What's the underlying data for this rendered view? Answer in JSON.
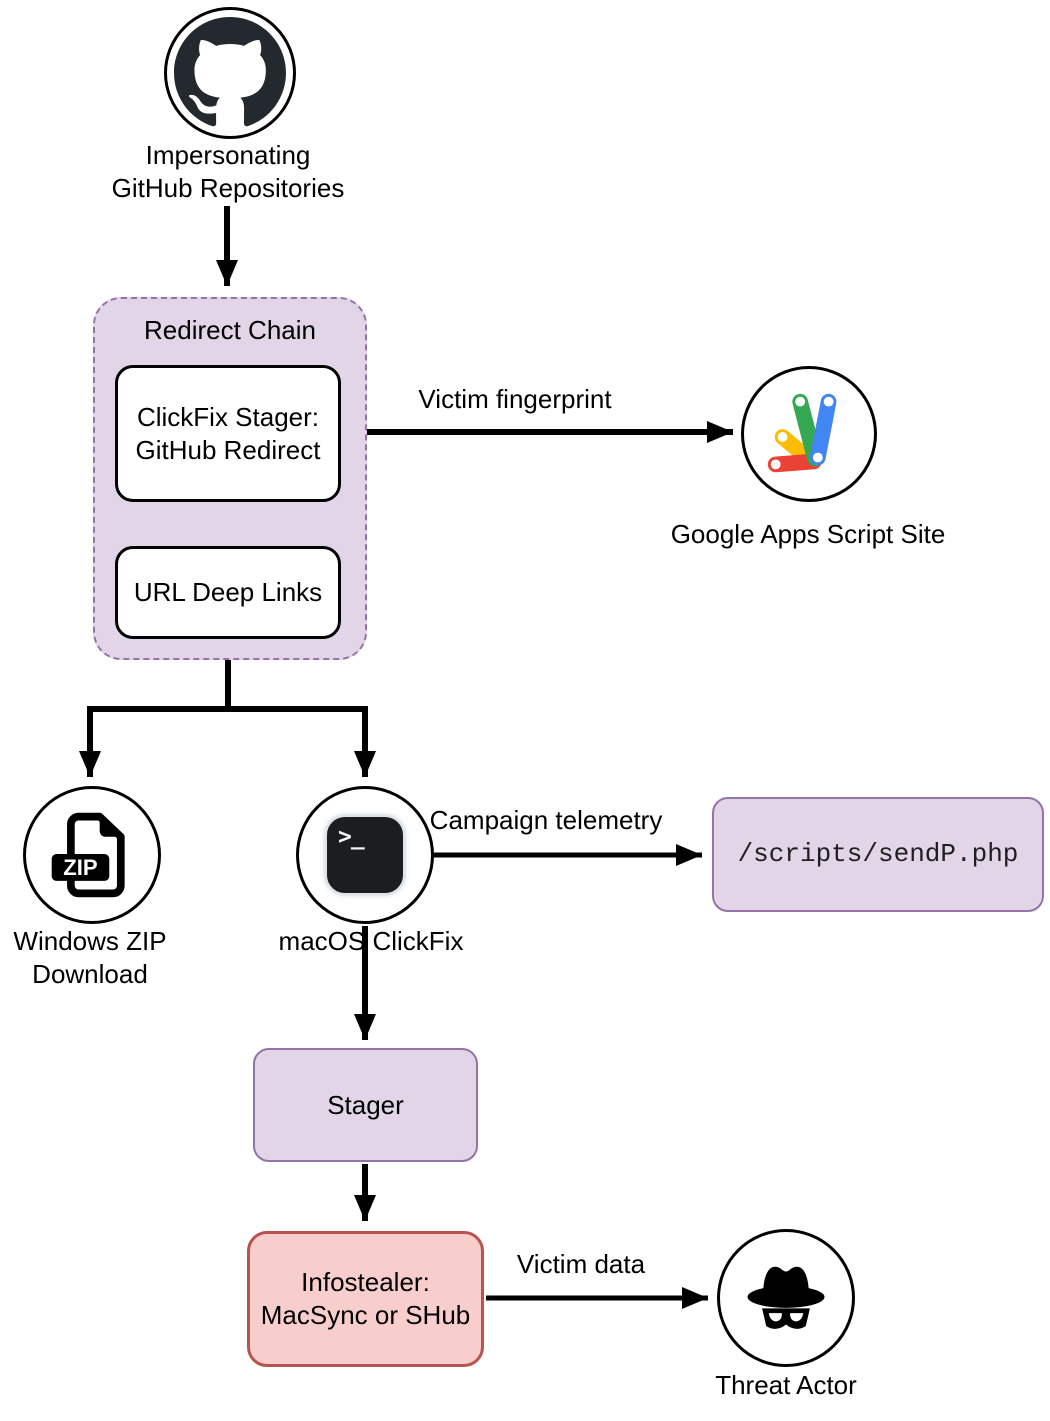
{
  "diagram_title": "Impersonating GitHub Repositories attack chain",
  "nodes": {
    "github": {
      "icon": "github-icon",
      "label1": "Impersonating",
      "label2": "GitHub Repositories"
    },
    "redirect_chain": {
      "title": "Redirect Chain"
    },
    "clickfix_stager": {
      "label1": "ClickFix Stager:",
      "label2": "GitHub Redirect"
    },
    "url_deep_links": {
      "label": "URL Deep Links"
    },
    "google_apps_script": {
      "icon": "google-apps-script-icon",
      "label": "Google Apps Script Site"
    },
    "windows_zip": {
      "icon": "zip-file-icon",
      "badge": "ZIP",
      "label1": "Windows ZIP",
      "label2": "Download"
    },
    "macos_clickfix": {
      "icon": "terminal-icon",
      "prompt": ">_",
      "label": "macOS ClickFix"
    },
    "sendp_endpoint": {
      "label": "/scripts/sendP.php"
    },
    "stager": {
      "label": "Stager"
    },
    "infostealer": {
      "label1": "Infostealer:",
      "label2": "MacSync or SHub"
    },
    "threat_actor": {
      "icon": "spy-icon",
      "label": "Threat Actor"
    }
  },
  "edges": {
    "victim_fingerprint": {
      "label": "Victim fingerprint"
    },
    "campaign_telemetry": {
      "label": "Campaign telemetry"
    },
    "victim_data": {
      "label": "Victim data"
    }
  },
  "colors": {
    "lavender_fill": "#E1D5E7",
    "purple_border": "#9673A6",
    "pink_fill": "#F8CECC",
    "red_border": "#B85450",
    "arrow_black": "#000000",
    "github_dark": "#24292F",
    "terminal_dark": "#1B1D1F",
    "google_red": "#EA4335",
    "google_yellow": "#FBBC04",
    "google_green": "#34A853",
    "google_blue": "#4285F4"
  }
}
